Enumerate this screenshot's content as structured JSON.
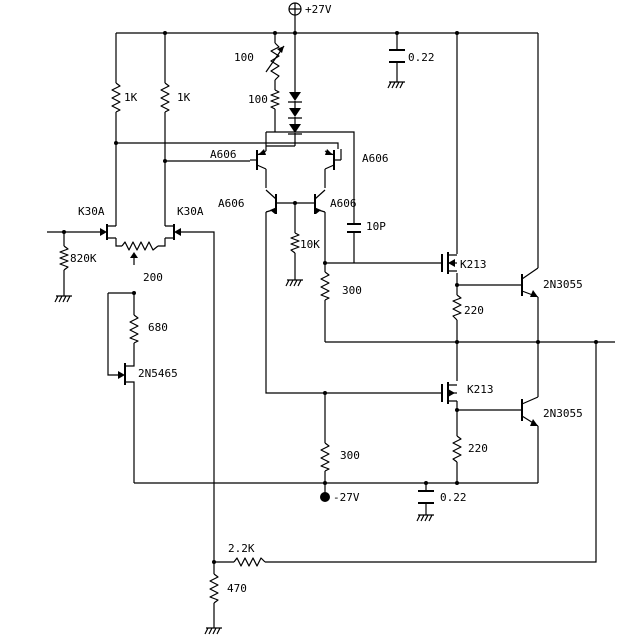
{
  "rails": {
    "positive": "+27V",
    "negative": "-27V"
  },
  "labels": {
    "r_trim": "100",
    "r_100": "100",
    "c_top": "0.22",
    "r_1k_left": "1K",
    "r_1k_right": "1K",
    "q_a606_top_left": "A606",
    "q_a606_top_right": "A606",
    "q_a606_bot_left": "A606",
    "q_a606_bot_right": "A606",
    "q_k30a_left": "K30A",
    "q_k30a_right": "K30A",
    "c_10p": "10P",
    "r_820k": "820K",
    "r_10k": "10K",
    "pot_200": "200",
    "q_k213_top": "K213",
    "q_2n3055_top": "2N3055",
    "r_300_top": "300",
    "r_220_top": "220",
    "r_680": "680",
    "q_2n5465": "2N5465",
    "q_k213_bot": "K213",
    "q_2n3055_bot": "2N3055",
    "r_300_bot": "300",
    "r_220_bot": "220",
    "c_bot": "0.22",
    "r_2_2k": "2.2K",
    "r_470": "470"
  }
}
